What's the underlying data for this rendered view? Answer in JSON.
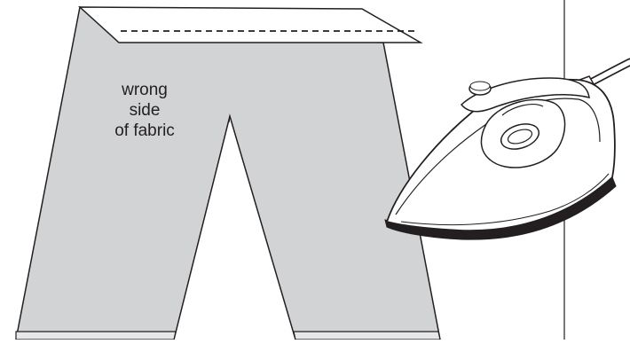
{
  "diagram": {
    "label_lines": [
      "wrong",
      "side",
      "of fabric"
    ],
    "colors": {
      "fabric_fill": "#d1d3d4",
      "outline": "#231f20",
      "iron_fill": "#ffffff",
      "soleplate": "#231f20"
    },
    "icons": {
      "garment": "trousers-shape",
      "iron": "clothes-iron-icon",
      "hem": "folded-waistband-hem",
      "stitch": "dashed-stitch-line"
    }
  }
}
